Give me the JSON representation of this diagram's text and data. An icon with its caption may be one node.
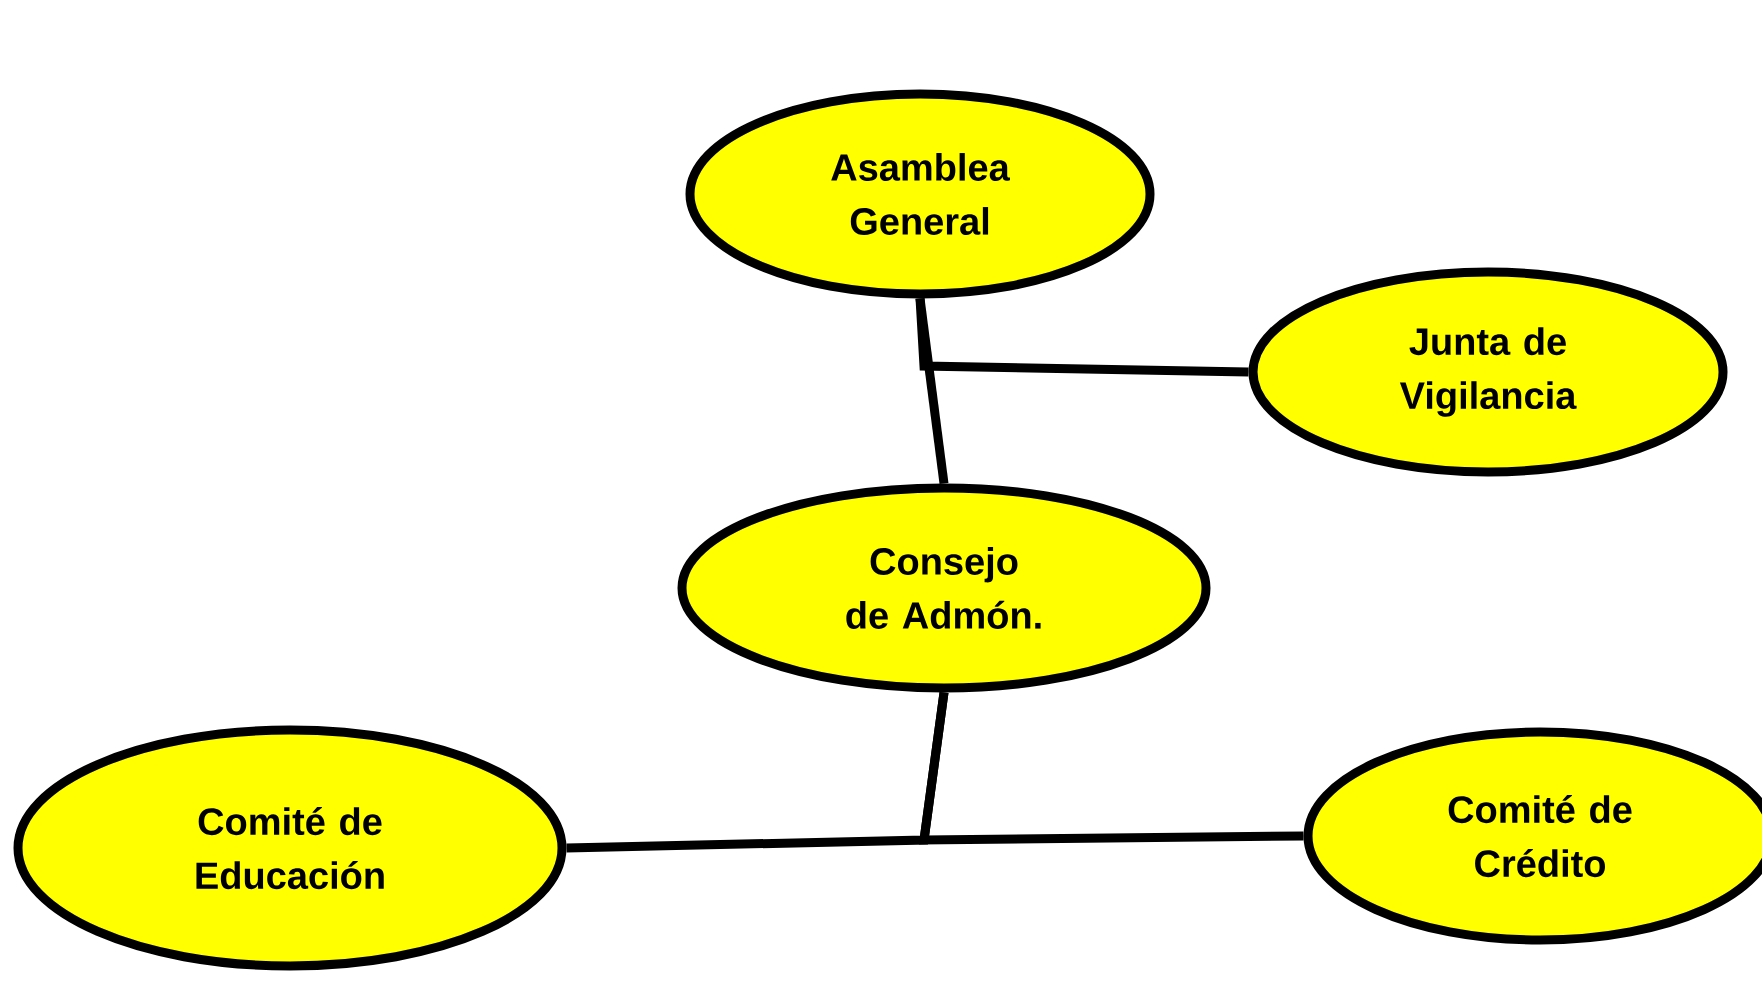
{
  "diagram": {
    "nodes": [
      {
        "text": [
          "Asamblea General"
        ]
      },
      {
        "text": [
          "Junta de Vigilancia"
        ]
      },
      {
        "text": [
          "Consejo de Admón."
        ]
      },
      {
        "text": [
          "Comité de Educación"
        ]
      },
      {
        "text": [
          "Comité de Crédito"
        ]
      }
    ],
    "edges": [
      {
        "from": 0,
        "to": 2,
        "arrow": "none"
      },
      {
        "from": 0,
        "to": 1,
        "arrow": "none"
      },
      {
        "from": 2,
        "to": 3,
        "arrow": "none"
      },
      {
        "from": 2,
        "to": 4,
        "arrow": "none"
      }
    ]
  }
}
